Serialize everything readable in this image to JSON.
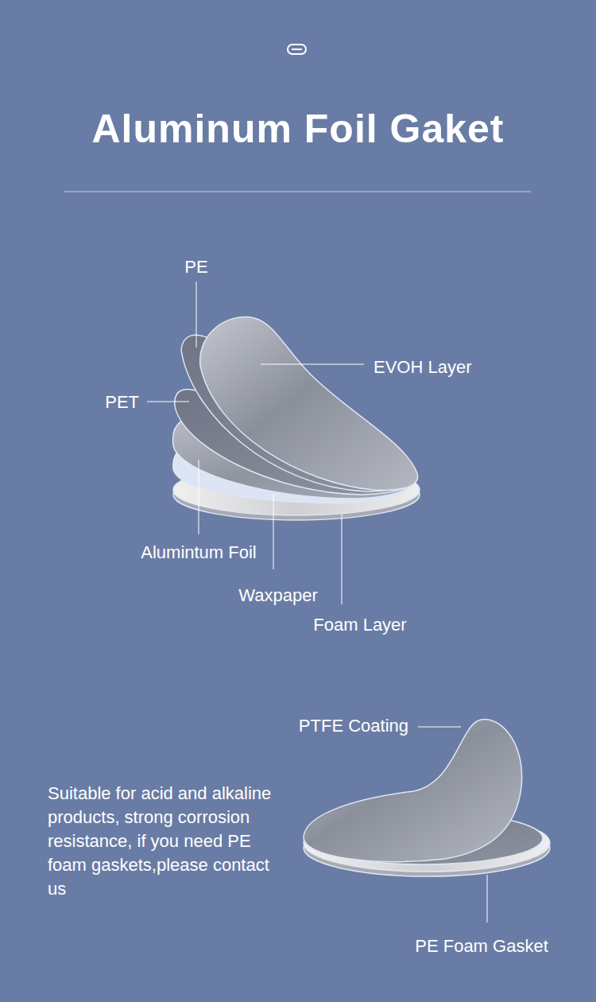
{
  "diagram": {
    "title": "Aluminum Foil Gaket",
    "labels": [
      "PE",
      "EVOH Layer",
      "PET",
      "Alumintum Foil",
      "Waxpaper",
      "Foam Layer",
      "PTFE Coating",
      "Suitable for acid and alkaline products, strong corrosion resistance, if you need PE foam gaskets,please contact us",
      "PE Foam Gasket"
    ]
  }
}
